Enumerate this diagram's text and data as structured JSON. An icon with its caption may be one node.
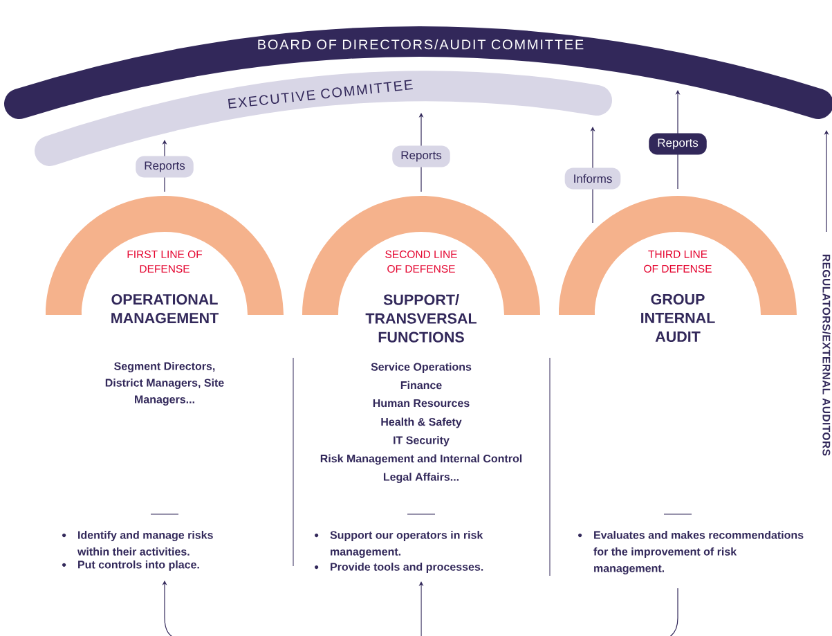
{
  "diagram": {
    "nodes": [
      {
        "text": [
          "BOARD OF DIRECTORS/AUDIT COMMITTEE"
        ]
      },
      {
        "text": [
          "EXECUTIVE COMMITTEE"
        ]
      },
      {
        "text": [
          "FIRST LINE OF DEFENSE",
          "OPERATIONAL MANAGEMENT"
        ],
        "beside": [
          "Segment Directors, District Managers, Site Managers..."
        ]
      },
      {
        "text": [
          "SECOND LINE OF DEFENSE",
          "SUPPORT/ TRANSVERSAL FUNCTIONS"
        ],
        "beside": [
          "Service Operations",
          "Finance",
          "Human Resources",
          "Health & Safety",
          "IT Security",
          "Risk Management and Internal Control",
          "Legal Affairs..."
        ]
      },
      {
        "text": [
          "THIRD LINE OF DEFENSE",
          "GROUP INTERNAL AUDIT"
        ]
      },
      {
        "text": [
          "Identify and manage risks within their activities.",
          "Put controls into place."
        ]
      },
      {
        "text": [
          "Support our operators in risk management.",
          "Provide tools and processes."
        ]
      },
      {
        "text": [
          "Evaluates and makes recommendations for the improvement of risk management."
        ]
      },
      {
        "text": [
          "REGULATORS/EXTERNAL AUDITORS"
        ]
      }
    ],
    "edges": [
      {
        "from": 2,
        "to": 1,
        "arrow": "to",
        "label": "Reports"
      },
      {
        "from": 3,
        "to": 1,
        "arrow": "to",
        "label": "Reports"
      },
      {
        "from": 4,
        "to": 1,
        "arrow": "to",
        "label": "Informs"
      },
      {
        "from": 4,
        "to": 0,
        "arrow": "to",
        "label": "Reports"
      },
      {
        "from": 8,
        "to": 0,
        "arrow": "to"
      },
      {
        "from": null,
        "to": 5,
        "arrow": "to"
      },
      {
        "from": null,
        "to": 6,
        "arrow": "to"
      },
      {
        "from": 7,
        "to": null,
        "arrow": "none"
      }
    ]
  }
}
